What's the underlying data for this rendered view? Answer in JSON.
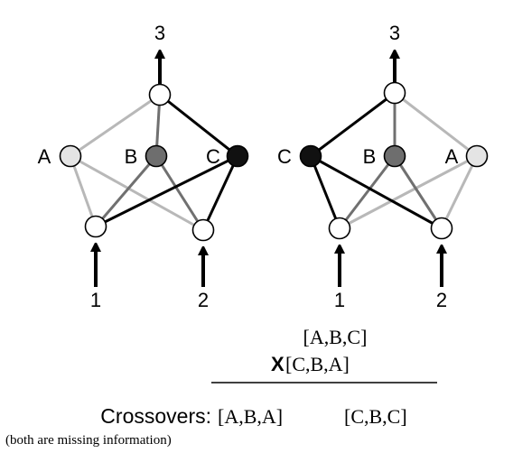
{
  "colors": {
    "light_edge": "#b8b8b8",
    "mid_edge": "#707070",
    "dark_edge": "#000000",
    "node_white": "#ffffff",
    "node_light": "#e4e4e4",
    "node_mid": "#6e6e6e",
    "node_dark": "#111111"
  },
  "networks": [
    {
      "output_label": "3",
      "node_labels": {
        "left": "A",
        "middle": "B",
        "right": "C"
      },
      "input_labels": {
        "first": "1",
        "second": "2"
      }
    },
    {
      "output_label": "3",
      "node_labels": {
        "left": "C",
        "middle": "B",
        "right": "A"
      },
      "input_labels": {
        "first": "1",
        "second": "2"
      }
    }
  ],
  "crossover": {
    "parent_1": "[A,B,C]",
    "parent_2_marker": "X",
    "parent_2": "[C,B,A]",
    "label": "Crossovers:",
    "child_1": "[A,B,A]",
    "child_2": "[C,B,C]",
    "note": "(both are missing information)"
  }
}
